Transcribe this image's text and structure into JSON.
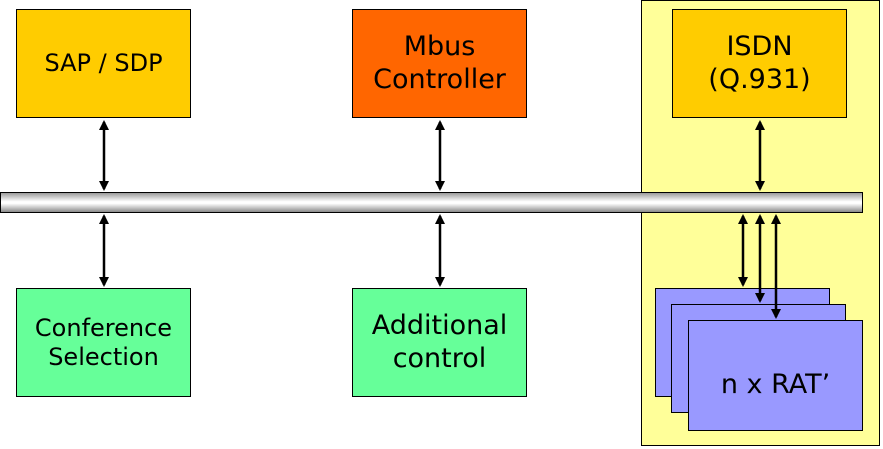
{
  "diagram": {
    "boxes": {
      "sap_sdp": "SAP / SDP",
      "mbus": "Mbus\nController",
      "isdn": "ISDN\n(Q.931)",
      "conference": "Conference\nSelection",
      "additional": "Additional\ncontrol",
      "rat": "n x RAT’"
    }
  },
  "colors": {
    "yellow_panel": "#ffff99",
    "orange_box": "#ffcc00",
    "red_orange_box": "#ff6600",
    "green_box": "#66ff99",
    "blue_box": "#9999ff",
    "bus": "#c0c0c0"
  }
}
